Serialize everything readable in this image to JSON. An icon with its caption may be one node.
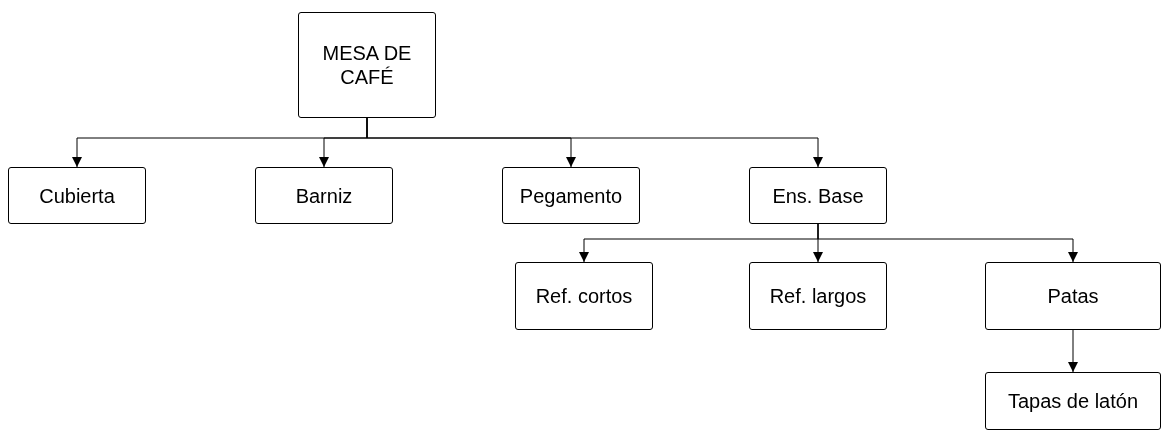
{
  "diagram": {
    "nodes": [
      {
        "text": [
          "MESA DE CAFÉ"
        ]
      },
      {
        "text": [
          "Cubierta"
        ]
      },
      {
        "text": [
          "Barniz"
        ]
      },
      {
        "text": [
          "Pegamento"
        ]
      },
      {
        "text": [
          "Ens. Base"
        ]
      },
      {
        "text": [
          "Ref. cortos"
        ]
      },
      {
        "text": [
          "Ref. largos"
        ]
      },
      {
        "text": [
          "Patas"
        ]
      },
      {
        "text": [
          "Tapas de latón"
        ]
      }
    ],
    "edges": [
      {
        "from": 0,
        "to": 1,
        "arrow": "to"
      },
      {
        "from": 0,
        "to": 2,
        "arrow": "to"
      },
      {
        "from": 0,
        "to": 3,
        "arrow": "to"
      },
      {
        "from": 0,
        "to": 4,
        "arrow": "to"
      },
      {
        "from": 4,
        "to": 5,
        "arrow": "to"
      },
      {
        "from": 4,
        "to": 6,
        "arrow": "to"
      },
      {
        "from": 4,
        "to": 7,
        "arrow": "to"
      },
      {
        "from": 7,
        "to": 8,
        "arrow": "to"
      }
    ]
  }
}
